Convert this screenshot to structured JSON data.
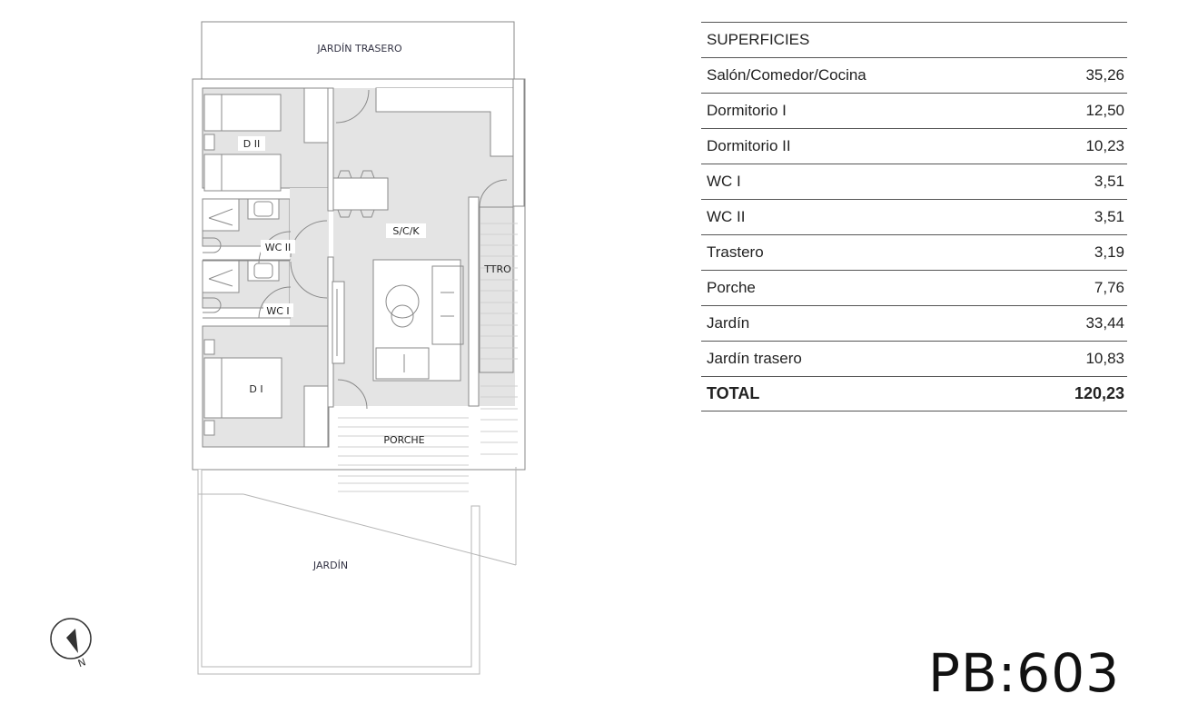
{
  "plan": {
    "labels": {
      "jardin_trasero": "JARDÍN TRASERO",
      "d2": "D II",
      "d1": "D I",
      "wc2": "WC II",
      "wc1": "WC I",
      "sck": "S/C/K",
      "ttro": "TTRO",
      "porche": "PORCHE",
      "jardin": "JARDÍN"
    },
    "colors": {
      "floor": "#e4e4e4",
      "wall": "#ffffff",
      "line": "#8a8a8a",
      "text": "#333344"
    },
    "compass": {
      "label": "N"
    }
  },
  "surfaces": {
    "header": "SUPERFICIES",
    "rows": [
      {
        "name": "Salón/Comedor/Cocina",
        "value": "35,26"
      },
      {
        "name": "Dormitorio I",
        "value": "12,50"
      },
      {
        "name": "Dormitorio II",
        "value": "10,23"
      },
      {
        "name": "WC I",
        "value": "3,51"
      },
      {
        "name": "WC II",
        "value": "3,51"
      },
      {
        "name": "Trastero",
        "value": "3,19"
      },
      {
        "name": "Porche",
        "value": "7,76"
      },
      {
        "name": "Jardín",
        "value": "33,44"
      },
      {
        "name": "Jardín trasero",
        "value": "10,83"
      }
    ],
    "total": {
      "name": "TOTAL",
      "value": "120,23"
    }
  },
  "unit_code": "PB:603"
}
